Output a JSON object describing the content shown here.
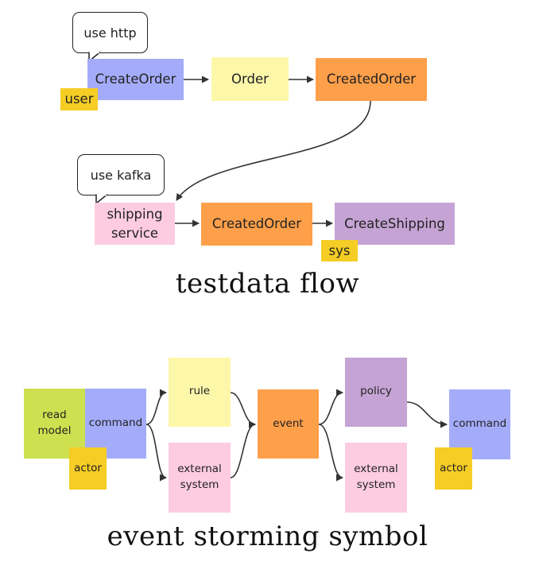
{
  "colors": {
    "command": "#a4acfa",
    "read_model": "#cde050",
    "actor": "#f5cd25",
    "rule": "#fdf7aa",
    "event": "#fe9f4a",
    "policy": "#c5a3d4",
    "external_system": "#fdcce0",
    "stroke": "#333333"
  },
  "testdata": {
    "bubble_http": "use http",
    "create_order": "CreateOrder",
    "user": "user",
    "order": "Order",
    "created_order_1": "CreatedOrder",
    "bubble_kafka": "use kafka",
    "shipping_service": "shipping\nservice",
    "created_order_2": "CreatedOrder",
    "create_shipping": "CreateShipping",
    "sys": "sys",
    "title": "testdata  flow"
  },
  "legend": {
    "read_model": "read\nmodel",
    "command": "command",
    "actor": "actor",
    "rule": "rule",
    "external_system_1": "external\nsystem",
    "event": "event",
    "policy": "policy",
    "external_system_2": "external\nsystem",
    "command_2": "command",
    "actor_2": "actor",
    "title": "event  storming  symbol"
  }
}
